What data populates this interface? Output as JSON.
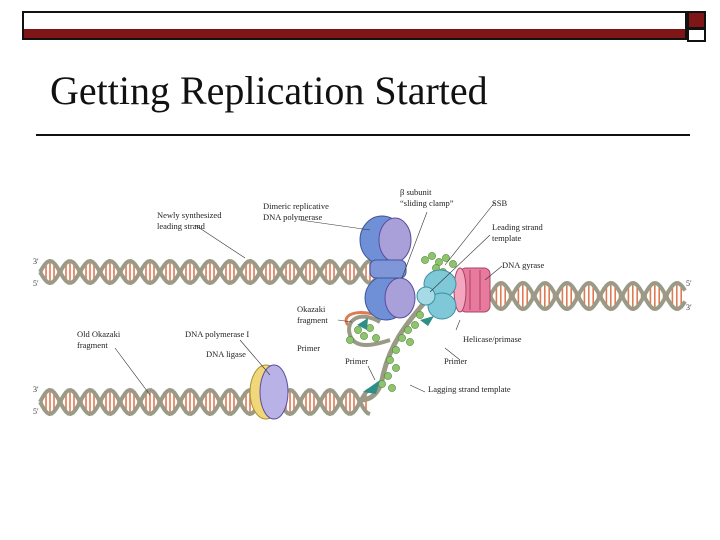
{
  "slide": {
    "title": "Getting Replication Started"
  },
  "colors": {
    "accent": "#7e1516",
    "dna_backbone": "#9a9a86",
    "rungs": "#e07a55",
    "polymerase": "#8b9fd6",
    "helicase": "#7fc8d8",
    "gyrase": "#e77a9d",
    "ssb": "#8fc46d",
    "ligase": "#f0d77a"
  },
  "figure": {
    "labels": {
      "beta_subunit": "β subunit",
      "sliding_clamp": "“sliding clamp”",
      "dimeric_1": "Dimeric replicative",
      "dimeric_2": "DNA polymerase",
      "ssb": "SSB",
      "newly_1": "Newly synthesized",
      "newly_2": "leading strand",
      "leading_template_1": "Leading strand",
      "leading_template_2": "template",
      "dna_gyrase": "DNA gyrase",
      "okazaki_1": "Okazaki",
      "okazaki_2": "fragment",
      "old_okazaki_1": "Old Okazaki",
      "old_okazaki_2": "fragment",
      "dna_pol1": "DNA polymerase I",
      "dna_ligase": "DNA ligase",
      "primer_a": "Primer",
      "primer_b": "Primer",
      "primer_c": "Primer",
      "helicase_primase": "Helicase/primase",
      "lagging_template": "Lagging strand template",
      "end_3_top": "3′",
      "end_5_top": "5′",
      "end_5_right": "5′",
      "end_3_right": "3′",
      "end_3_bottom": "3′",
      "end_5_bottom": "5′"
    }
  }
}
